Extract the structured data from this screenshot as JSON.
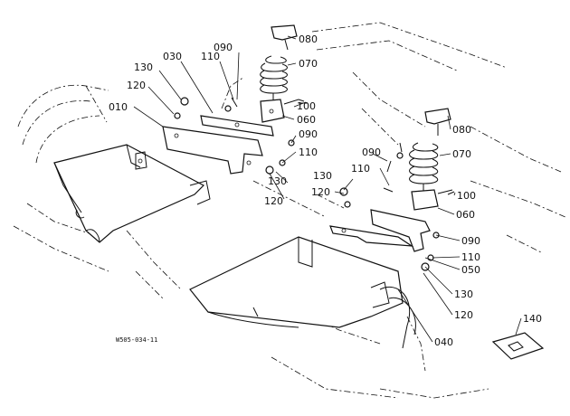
{
  "diagram": {
    "code": "W505-034-11",
    "parts": [
      "010",
      "030",
      "110",
      "090",
      "130",
      "120",
      "080",
      "070",
      "100",
      "060",
      "090",
      "110",
      "080",
      "070",
      "130",
      "120",
      "110",
      "090",
      "100",
      "060",
      "090",
      "110",
      "050",
      "130",
      "120",
      "040",
      "140"
    ]
  }
}
